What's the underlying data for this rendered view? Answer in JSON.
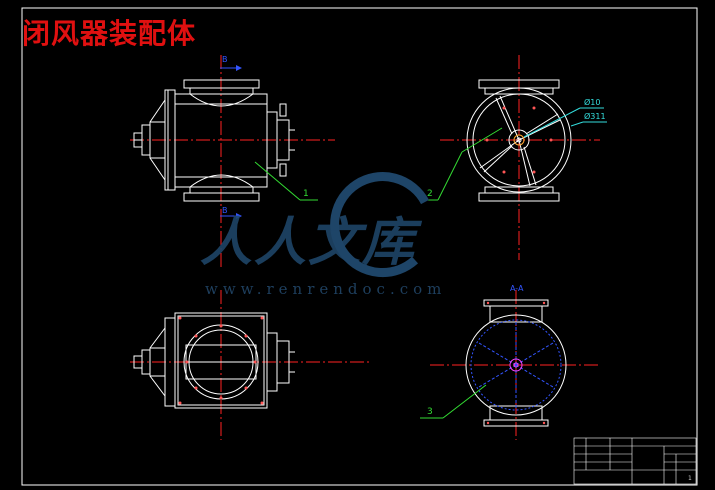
{
  "title": "闭风器装配体",
  "watermark": {
    "text": "人人文库",
    "url": "www.renrendoc.com"
  },
  "part_labels": [
    "1",
    "2",
    "3"
  ],
  "dimensions": {
    "d_inner": "Ø10",
    "d_outer": "Ø311"
  },
  "section_marks": {
    "top": "B",
    "mid": "B",
    "aa": "A-A"
  },
  "title_block": {
    "sheet": "1"
  },
  "colors": {
    "background": "#000000",
    "outline": "#ffffff",
    "centerline": "#ff2222",
    "leader": "#33dd33",
    "dimension": "#33dddd",
    "section": "#3355ff",
    "title": "#e01010"
  }
}
